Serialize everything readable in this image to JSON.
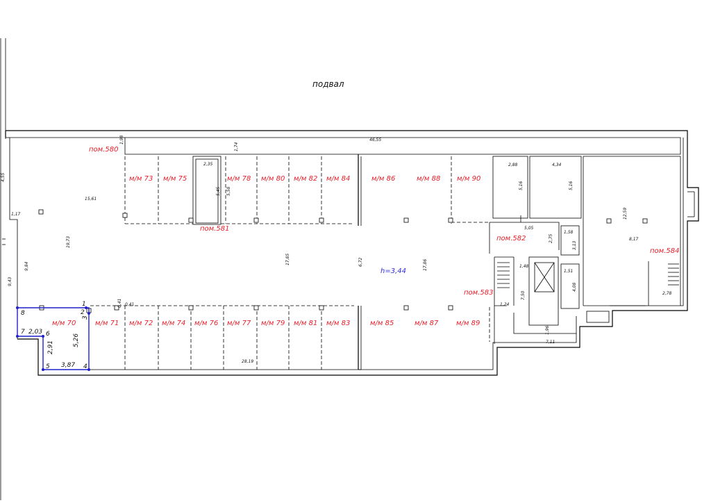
{
  "floor_label": "подвал",
  "height_label": "h=3,44",
  "rooms": [
    "пом.580",
    "пом.581",
    "пом.582",
    "пом.583",
    "пом.584"
  ],
  "spaces_top": [
    "м/м 73",
    "м/м 75",
    "м/м 78",
    "м/м 80",
    "м/м 82",
    "м/м 84",
    "м/м 86",
    "м/м 88",
    "м/м 90"
  ],
  "spaces_bottom": [
    "м/м 70",
    "м/м 71",
    "м/м 72",
    "м/м 74",
    "м/м 76",
    "м/м 77",
    "м/м 79",
    "м/м 81",
    "м/м 83",
    "м/м 85",
    "м/м 87",
    "м/м 89"
  ],
  "dimensions": {
    "d46_55": "46,55",
    "d1_74": "1,74",
    "d1_98": "1,98",
    "d4_55": "4,55",
    "d1_17": "1,17",
    "d15_61": "15,61",
    "d19_73": "19,73",
    "d9_84": "9,84",
    "d9_43": "9,43",
    "d2_35": "2,35",
    "d5_45": "5,45",
    "d5_58": "5,58",
    "d17_85": "17,85",
    "d6_72": "6,72",
    "d17_86": "17,86",
    "d2_88": "2,88",
    "d4_34": "4,34",
    "d5_16a": "5,16",
    "d5_16b": "5,16",
    "d12_59": "12,59",
    "d8_17": "8,17",
    "d5_05": "5,05",
    "d2_75": "2,75",
    "d1_58": "1,58",
    "d3_13": "3,13",
    "d1_48": "1,48",
    "d1_51": "1,51",
    "d7_50": "7,50",
    "d4_08": "4,08",
    "d1_24": "1,24",
    "d1_96": "1,96",
    "d7_11": "7,11",
    "d2_78": "2,78",
    "d0_41a": "0,41",
    "d0_41b": "0,41",
    "d28_19": "28,19"
  },
  "outline_points": [
    "1",
    "2",
    "3",
    "4",
    "5",
    "6",
    "7",
    "8"
  ],
  "outline_dims": {
    "a": "2,03",
    "b": "2,91",
    "c": "5,26",
    "d": "3,87"
  }
}
